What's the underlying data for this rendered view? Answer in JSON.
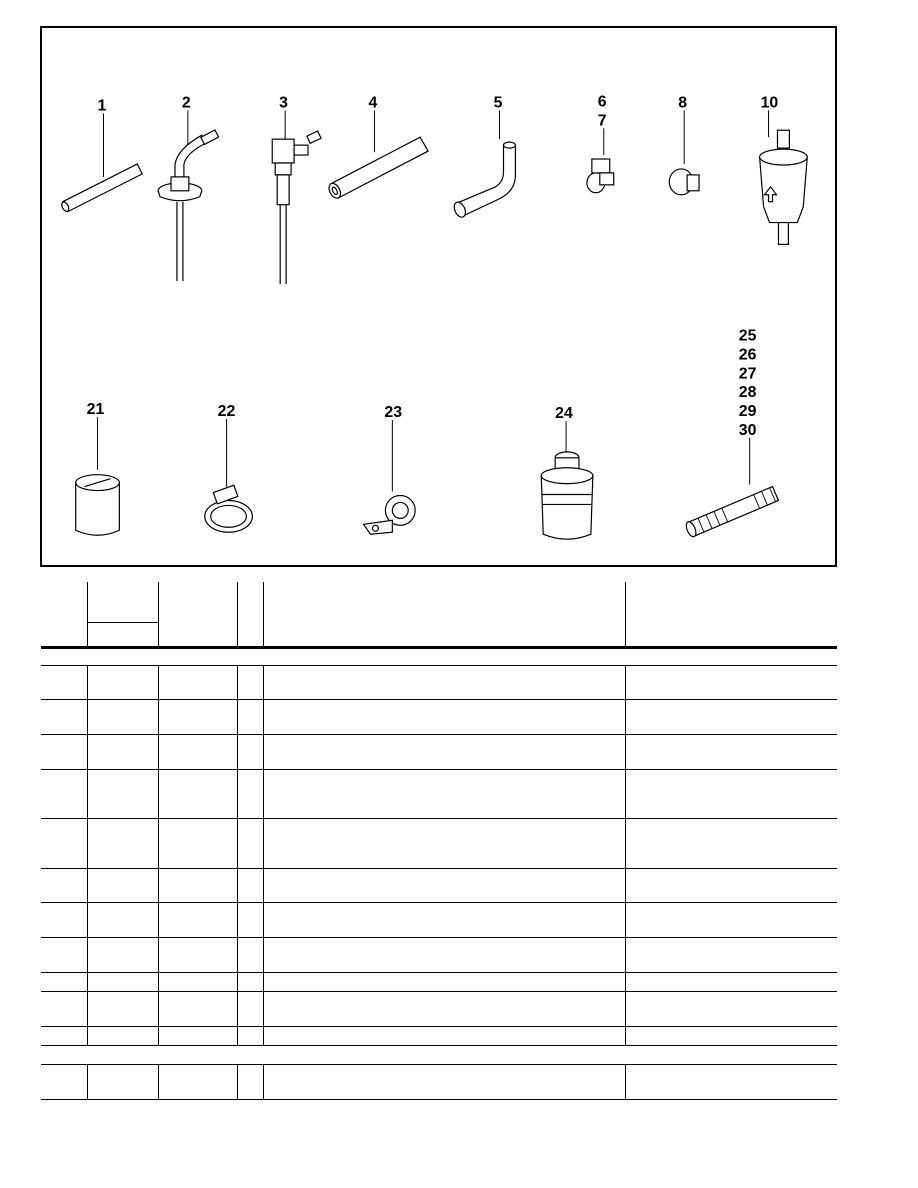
{
  "callouts": {
    "c1": "1",
    "c2": "2",
    "c3": "3",
    "c4": "4",
    "c5": "5",
    "c6": "6",
    "c7": "7",
    "c8": "8",
    "c10": "10",
    "c21": "21",
    "c22": "22",
    "c23": "23",
    "c24": "24",
    "c25": "25",
    "c26": "26",
    "c27": "27",
    "c28": "28",
    "c29": "29",
    "c30": "30"
  },
  "parts": [
    "fuel-line-tube",
    "tank-pickup-elbow",
    "pickup-with-fitting",
    "straight-hose",
    "elbow-hose",
    "hose-clip",
    "spring-clip",
    "inline-fuel-filter",
    "sleeve",
    "worm-gear-clamp",
    "cushioned-p-clip",
    "filter-element",
    "corrugated-hose"
  ]
}
